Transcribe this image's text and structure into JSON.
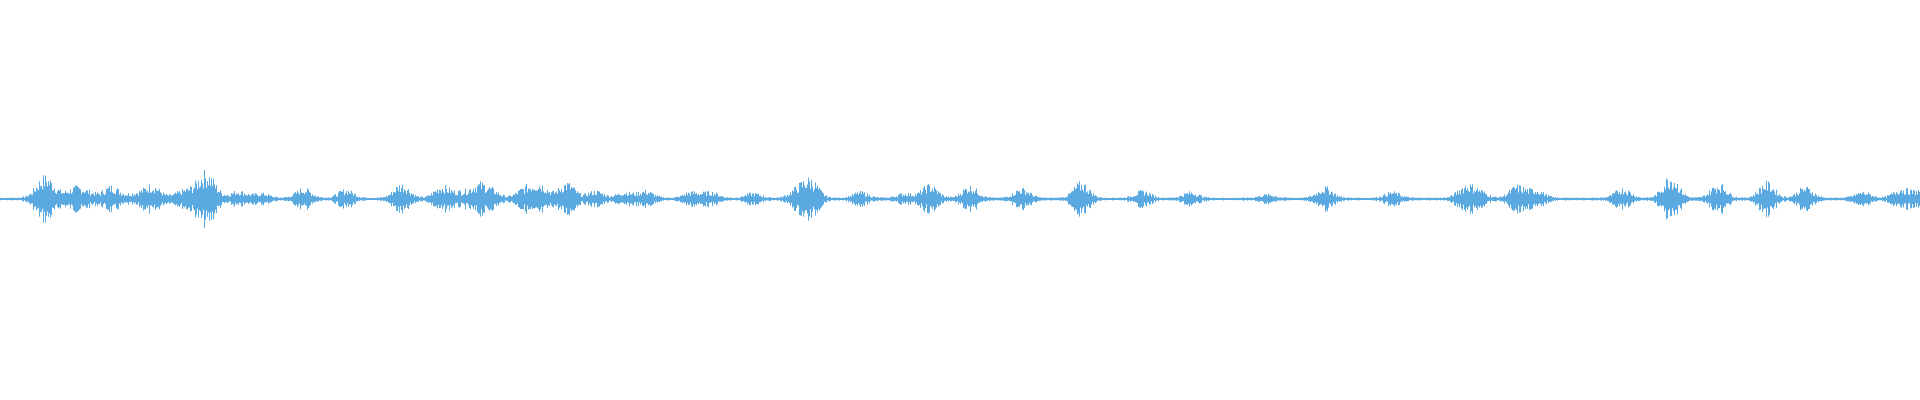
{
  "waveform": {
    "color": "#5aa9e0",
    "background": "#ffffff",
    "peaks": [
      [
        0.02,
        0.035
      ],
      [
        0.023,
        0.12
      ],
      [
        0.026,
        0.04
      ],
      [
        0.029,
        0.02
      ],
      [
        0.038,
        0.06
      ],
      [
        0.042,
        0.04
      ],
      [
        0.047,
        0.03
      ],
      [
        0.058,
        0.1
      ],
      [
        0.07,
        0.04
      ],
      [
        0.079,
        0.11
      ],
      [
        0.093,
        0.03
      ],
      [
        0.098,
        0.05
      ],
      [
        0.106,
        0.16
      ],
      [
        0.11,
        0.08
      ],
      [
        0.124,
        0.06
      ],
      [
        0.136,
        0.04
      ],
      [
        0.158,
        0.08
      ],
      [
        0.18,
        0.07
      ],
      [
        0.209,
        0.12
      ],
      [
        0.23,
        0.1
      ],
      [
        0.24,
        0.05
      ],
      [
        0.249,
        0.11
      ],
      [
        0.256,
        0.06
      ],
      [
        0.273,
        0.08
      ],
      [
        0.281,
        0.12
      ],
      [
        0.295,
        0.13
      ],
      [
        0.31,
        0.06
      ],
      [
        0.325,
        0.05
      ],
      [
        0.336,
        0.06
      ],
      [
        0.36,
        0.05
      ],
      [
        0.37,
        0.05
      ],
      [
        0.392,
        0.04
      ],
      [
        0.415,
        0.07
      ],
      [
        0.422,
        0.15
      ],
      [
        0.448,
        0.05
      ],
      [
        0.471,
        0.04
      ],
      [
        0.484,
        0.11
      ],
      [
        0.505,
        0.1
      ],
      [
        0.532,
        0.08
      ],
      [
        0.563,
        0.13
      ],
      [
        0.595,
        0.06
      ],
      [
        0.62,
        0.05
      ],
      [
        0.66,
        0.03
      ],
      [
        0.69,
        0.09
      ],
      [
        0.725,
        0.05
      ],
      [
        0.763,
        0.1
      ],
      [
        0.77,
        0.06
      ],
      [
        0.79,
        0.1
      ],
      [
        0.8,
        0.07
      ],
      [
        0.845,
        0.08
      ],
      [
        0.87,
        0.19
      ],
      [
        0.895,
        0.12
      ],
      [
        0.92,
        0.13
      ],
      [
        0.94,
        0.09
      ],
      [
        0.97,
        0.05
      ],
      [
        0.99,
        0.08
      ],
      [
        1.0,
        0.06
      ]
    ]
  }
}
